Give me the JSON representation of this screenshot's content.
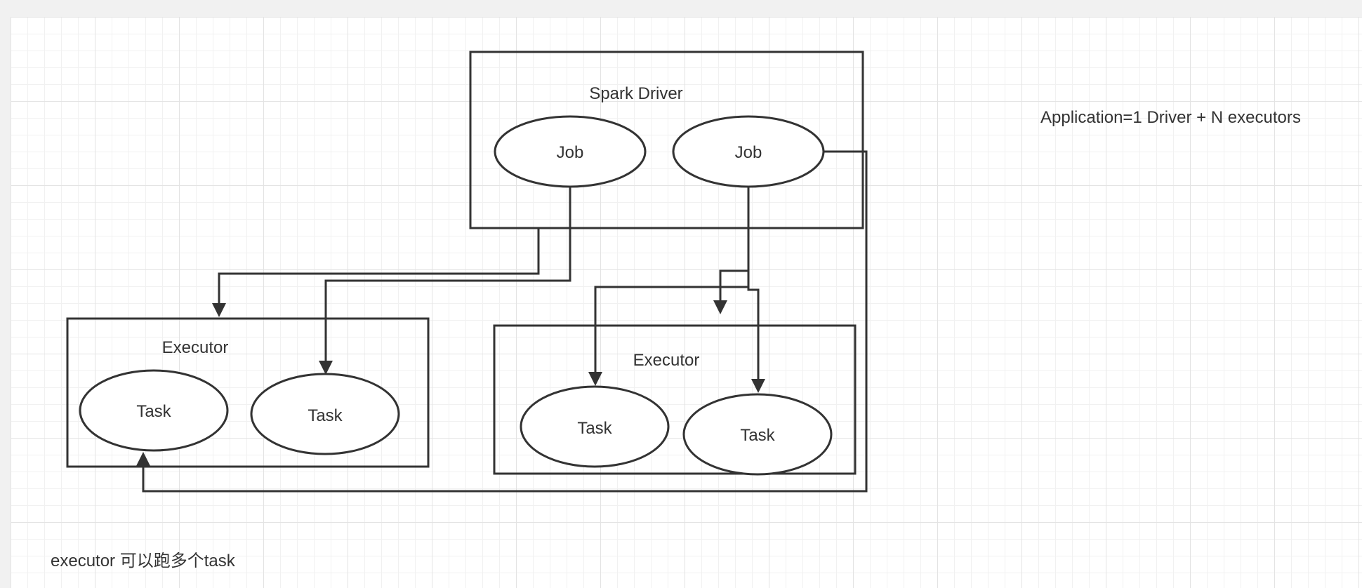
{
  "diagram": {
    "driver": {
      "label": "Spark Driver",
      "jobs": [
        "Job",
        "Job"
      ]
    },
    "executors": [
      {
        "label": "Executor",
        "tasks": [
          "Task",
          "Task"
        ]
      },
      {
        "label": "Executor",
        "tasks": [
          "Task",
          "Task"
        ]
      }
    ],
    "notes": {
      "application": "Application=1 Driver + N executors",
      "executor_note": "executor 可以跑多个task"
    }
  }
}
